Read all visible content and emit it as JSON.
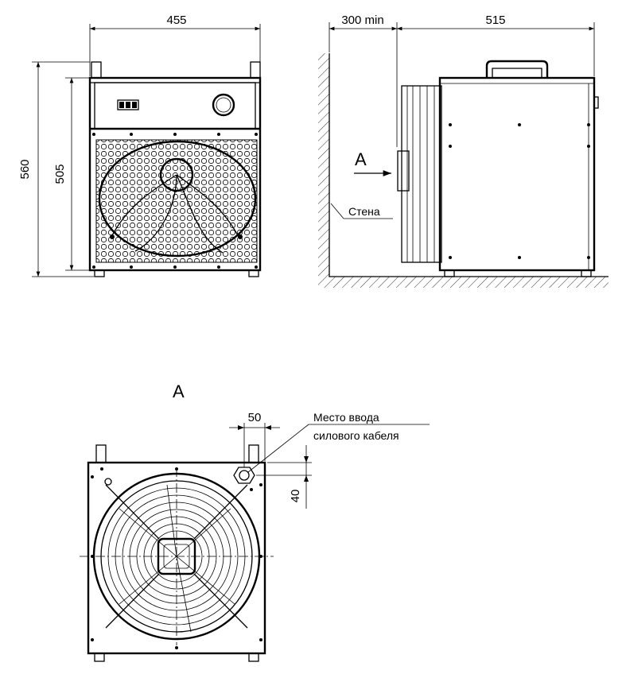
{
  "views": {
    "front": {
      "dim_width": "455",
      "dim_total_height": "560",
      "dim_body_height": "505"
    },
    "side": {
      "dim_wall_clearance": "300 min",
      "dim_depth": "515",
      "view_arrow_letter": "A",
      "wall_label": "Стена"
    },
    "rear": {
      "view_title": "A",
      "dim_cable_offset_x": "50",
      "dim_cable_offset_y": "40",
      "cable_entry_label_line1": "Место ввода",
      "cable_entry_label_line2": "силового кабеля"
    }
  },
  "icons": [
    "fan-icon",
    "knob-icon",
    "switch-icon",
    "arrow-icon",
    "cable-gland-icon"
  ]
}
